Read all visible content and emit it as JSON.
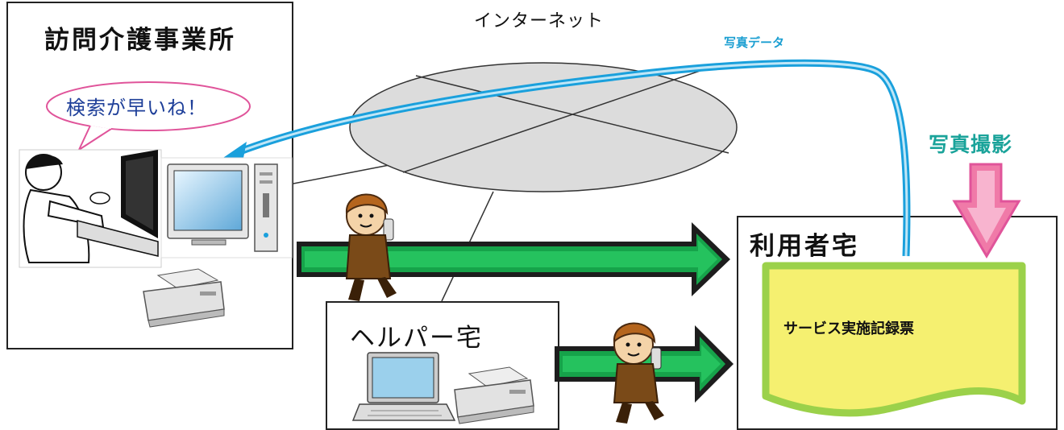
{
  "office": {
    "title": "訪問介護事業所"
  },
  "speech_bubble": {
    "text": "検索が早いね！"
  },
  "internet": {
    "label": "インターネット"
  },
  "photo_data": {
    "label": "写真データ"
  },
  "photo_shoot": {
    "label": "写真撮影"
  },
  "helper_home": {
    "title": "ヘルパー宅"
  },
  "user_home": {
    "title": "利用者宅"
  },
  "document": {
    "label": "サービス実施記録票"
  },
  "colors": {
    "arrow_green": "#16a34a",
    "arrow_blue": "#1aa0dc",
    "pink_arrow": "#f07aa8",
    "document_fill": "#f5f070",
    "document_border": "#9bd14a",
    "internet_fill": "#dcdcdc"
  }
}
